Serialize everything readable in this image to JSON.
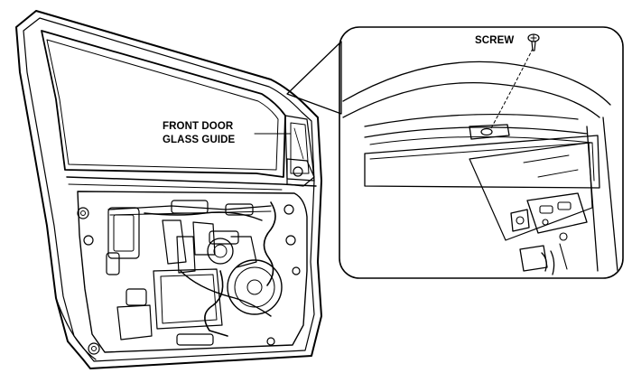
{
  "labels": {
    "glass_guide_line1": "FRONT DOOR",
    "glass_guide_line2": "GLASS GUIDE",
    "screw": "SCREW"
  },
  "colors": {
    "ink": "#000000",
    "paper": "#ffffff",
    "shade": "#d8d8d8"
  },
  "icons": [
    "screw-icon"
  ]
}
